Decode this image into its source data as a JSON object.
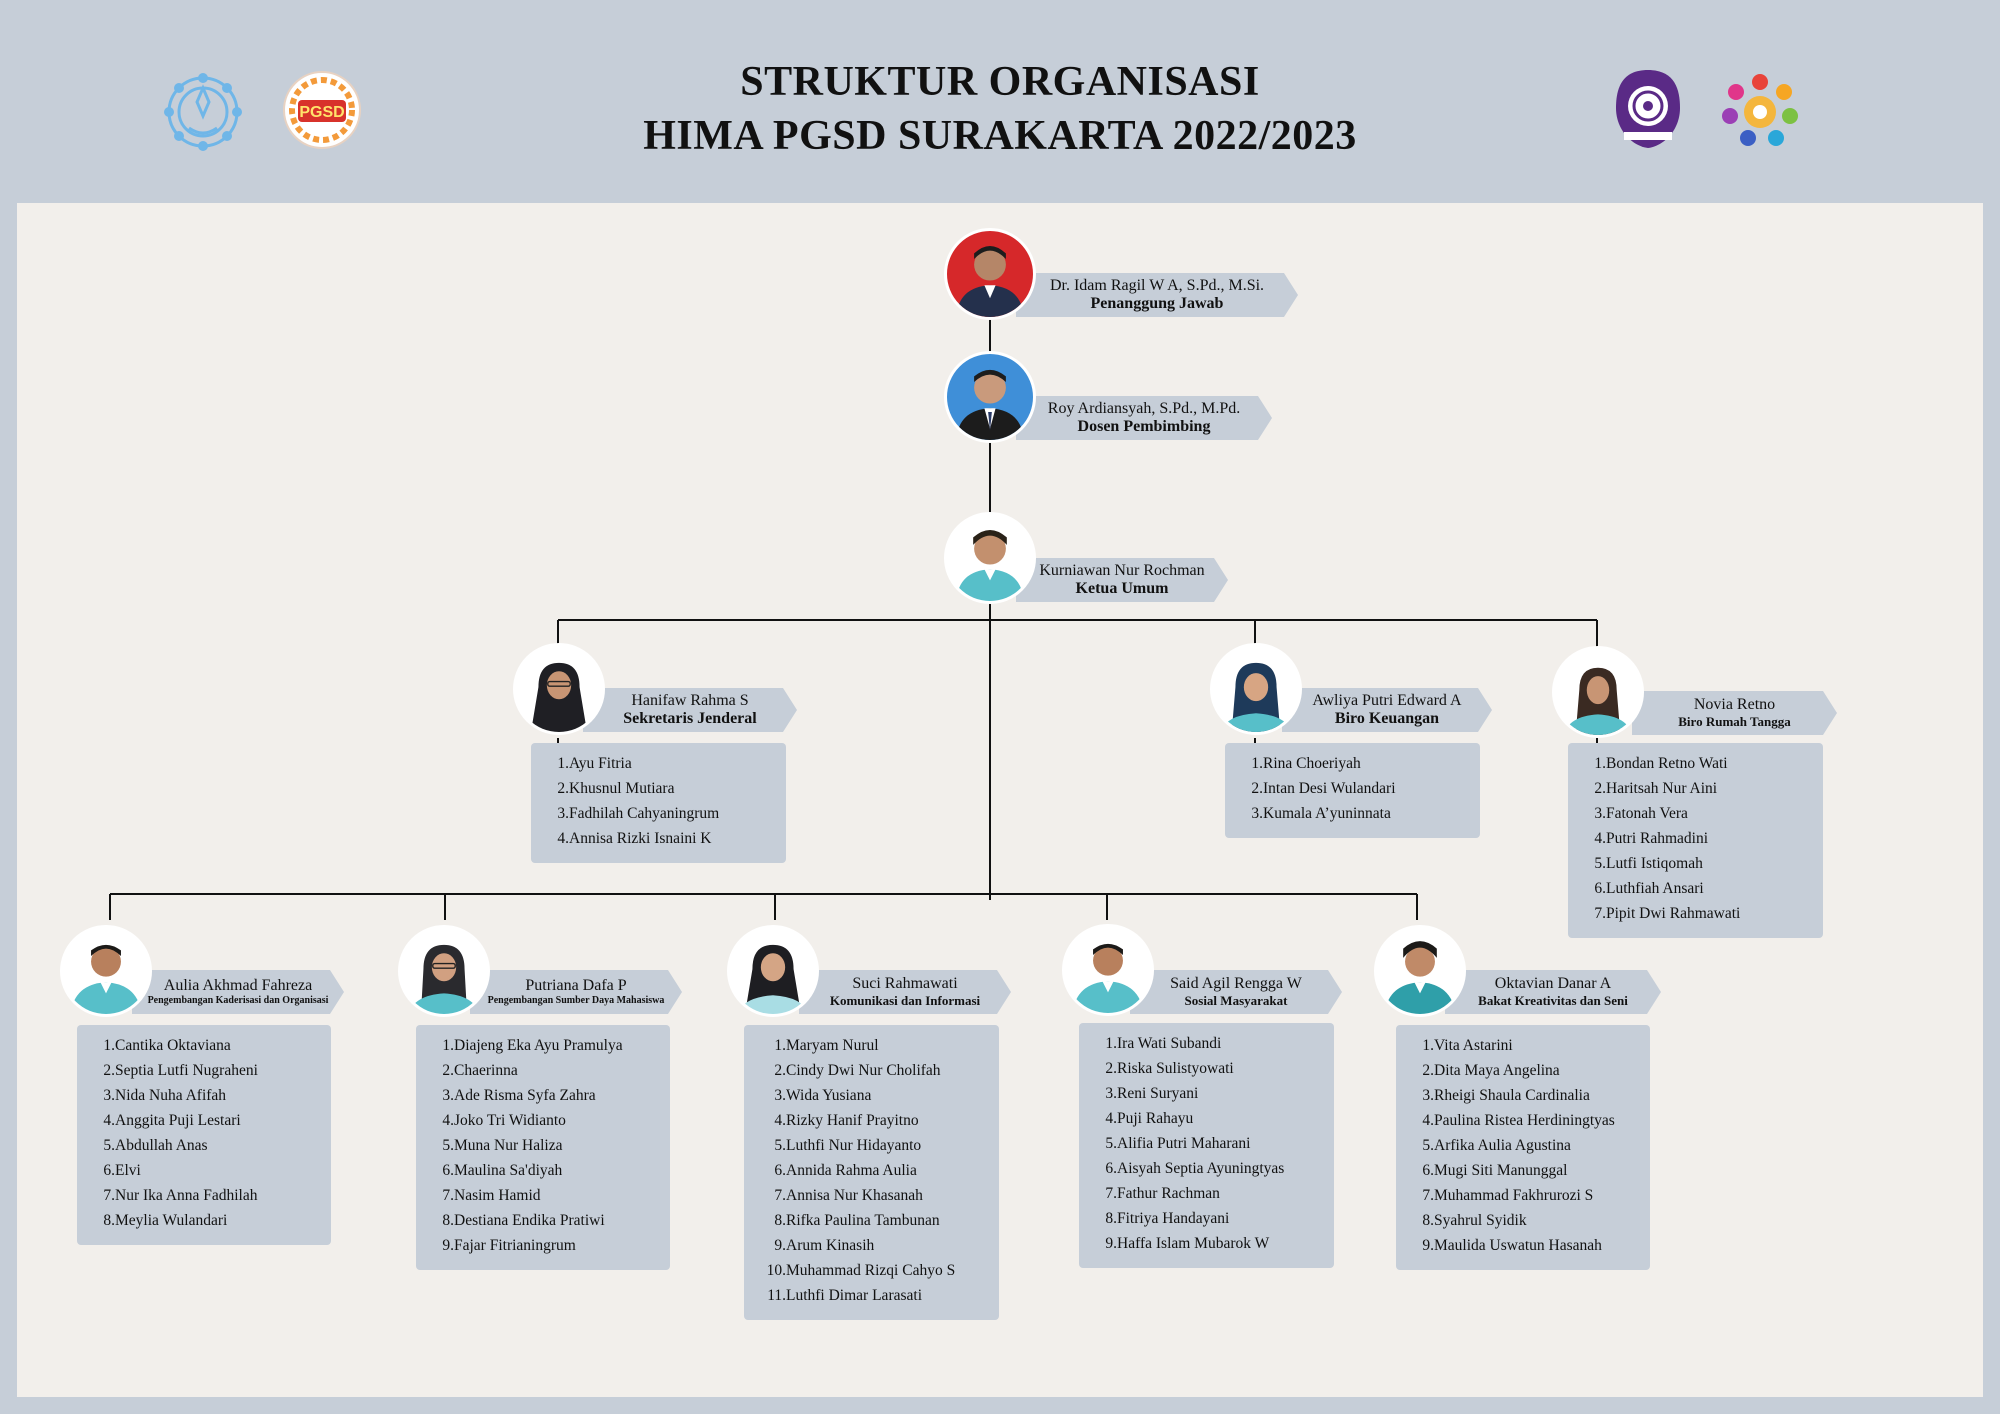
{
  "header": {
    "title_line1": "STRUKTUR ORGANISASI",
    "title_line2": "HIMA PGSD SURAKARTA 2022/2023",
    "logos": [
      "university-seal-icon",
      "pgsd-logo-icon",
      "fkip-seal-icon",
      "community-logo-icon"
    ],
    "pgsd_text": "PGSD"
  },
  "colors": {
    "background": "#c6ced8",
    "canvas": "#f2efeb",
    "ribbon": "#c6ced8",
    "line": "#111111"
  },
  "leaders": [
    {
      "name": "Dr. Idam Ragil W A, S.Pd., M.Si.",
      "role": "Penanggung Jawab"
    },
    {
      "name": "Roy Ardiansyah, S.Pd., M.Pd.",
      "role": "Dosen Pembimbing"
    },
    {
      "name": "Kurniawan Nur Rochman",
      "role": "Ketua Umum"
    }
  ],
  "offices": [
    {
      "name": "Hanifaw Rahma S",
      "role": "Sekretaris Jenderal",
      "members": [
        "Ayu Fitria",
        "Khusnul Mutiara",
        "Fadhilah Cahyaningrum",
        "Annisa Rizki Isnaini K"
      ]
    },
    {
      "name": "Awliya Putri Edward A",
      "role": "Biro Keuangan",
      "members": [
        "Rina Choeriyah",
        "Intan Desi Wulandari",
        "Kumala A’yuninnata"
      ]
    },
    {
      "name": "Novia Retno",
      "role": "Biro Rumah Tangga",
      "members": [
        "Bondan Retno Wati",
        "Haritsah Nur Aini",
        "Fatonah Vera",
        "Putri Rahmadini",
        "Lutfi Istiqomah",
        "Luthfiah Ansari",
        "Pipit Dwi Rahmawati"
      ]
    }
  ],
  "divisions": [
    {
      "name": "Aulia Akhmad Fahreza",
      "role": "Pengembangan Kaderisasi dan Organisasi",
      "members": [
        "Cantika Oktaviana",
        "Septia Lutfi Nugraheni",
        "Nida Nuha Afifah",
        "Anggita Puji Lestari",
        "Abdullah Anas",
        "Elvi",
        "Nur Ika Anna Fadhilah",
        "Meylia Wulandari"
      ]
    },
    {
      "name": "Putriana Dafa P",
      "role": "Pengembangan Sumber Daya Mahasiswa",
      "members": [
        "Diajeng Eka Ayu Pramulya",
        "Chaerinna",
        "Ade Risma Syfa Zahra",
        "Joko Tri Widianto",
        "Muna Nur Haliza",
        "Maulina Sa'diyah",
        "Nasim Hamid",
        "Destiana Endika Pratiwi",
        "Fajar Fitrianingrum"
      ]
    },
    {
      "name": "Suci Rahmawati",
      "role": "Komunikasi dan Informasi",
      "members": [
        "Maryam Nurul",
        "Cindy Dwi Nur Cholifah",
        "Wida Yusiana",
        "Rizky Hanif Prayitno",
        "Luthfi Nur Hidayanto",
        "Annida Rahma Aulia",
        "Annisa Nur Khasanah",
        "Rifka Paulina Tambunan",
        "Arum Kinasih",
        "Muhammad Rizqi Cahyo S",
        "Luthfi Dimar Larasati"
      ]
    },
    {
      "name": "Said Agil Rengga W",
      "role": "Sosial Masyarakat",
      "members": [
        "Ira Wati Subandi",
        "Riska Sulistyowati",
        "Reni Suryani",
        "Puji Rahayu",
        "Alifia Putri Maharani",
        "Aisyah Septia Ayuningtyas",
        "Fathur Rachman",
        "Fitriya Handayani",
        "Haffa Islam Mubarok W"
      ]
    },
    {
      "name": "Oktavian Danar A",
      "role": "Bakat Kreativitas dan Seni",
      "members": [
        "Vita Astarini",
        "Dita Maya Angelina",
        "Rheigi Shaula Cardinalia",
        "Paulina Ristea Herdiningtyas",
        "Arfika Aulia Agustina",
        "Mugi Siti Manunggal",
        "Muhammad Fakhrurozi S",
        "Syahrul Syidik",
        "Maulida Uswatun Hasanah"
      ]
    }
  ]
}
